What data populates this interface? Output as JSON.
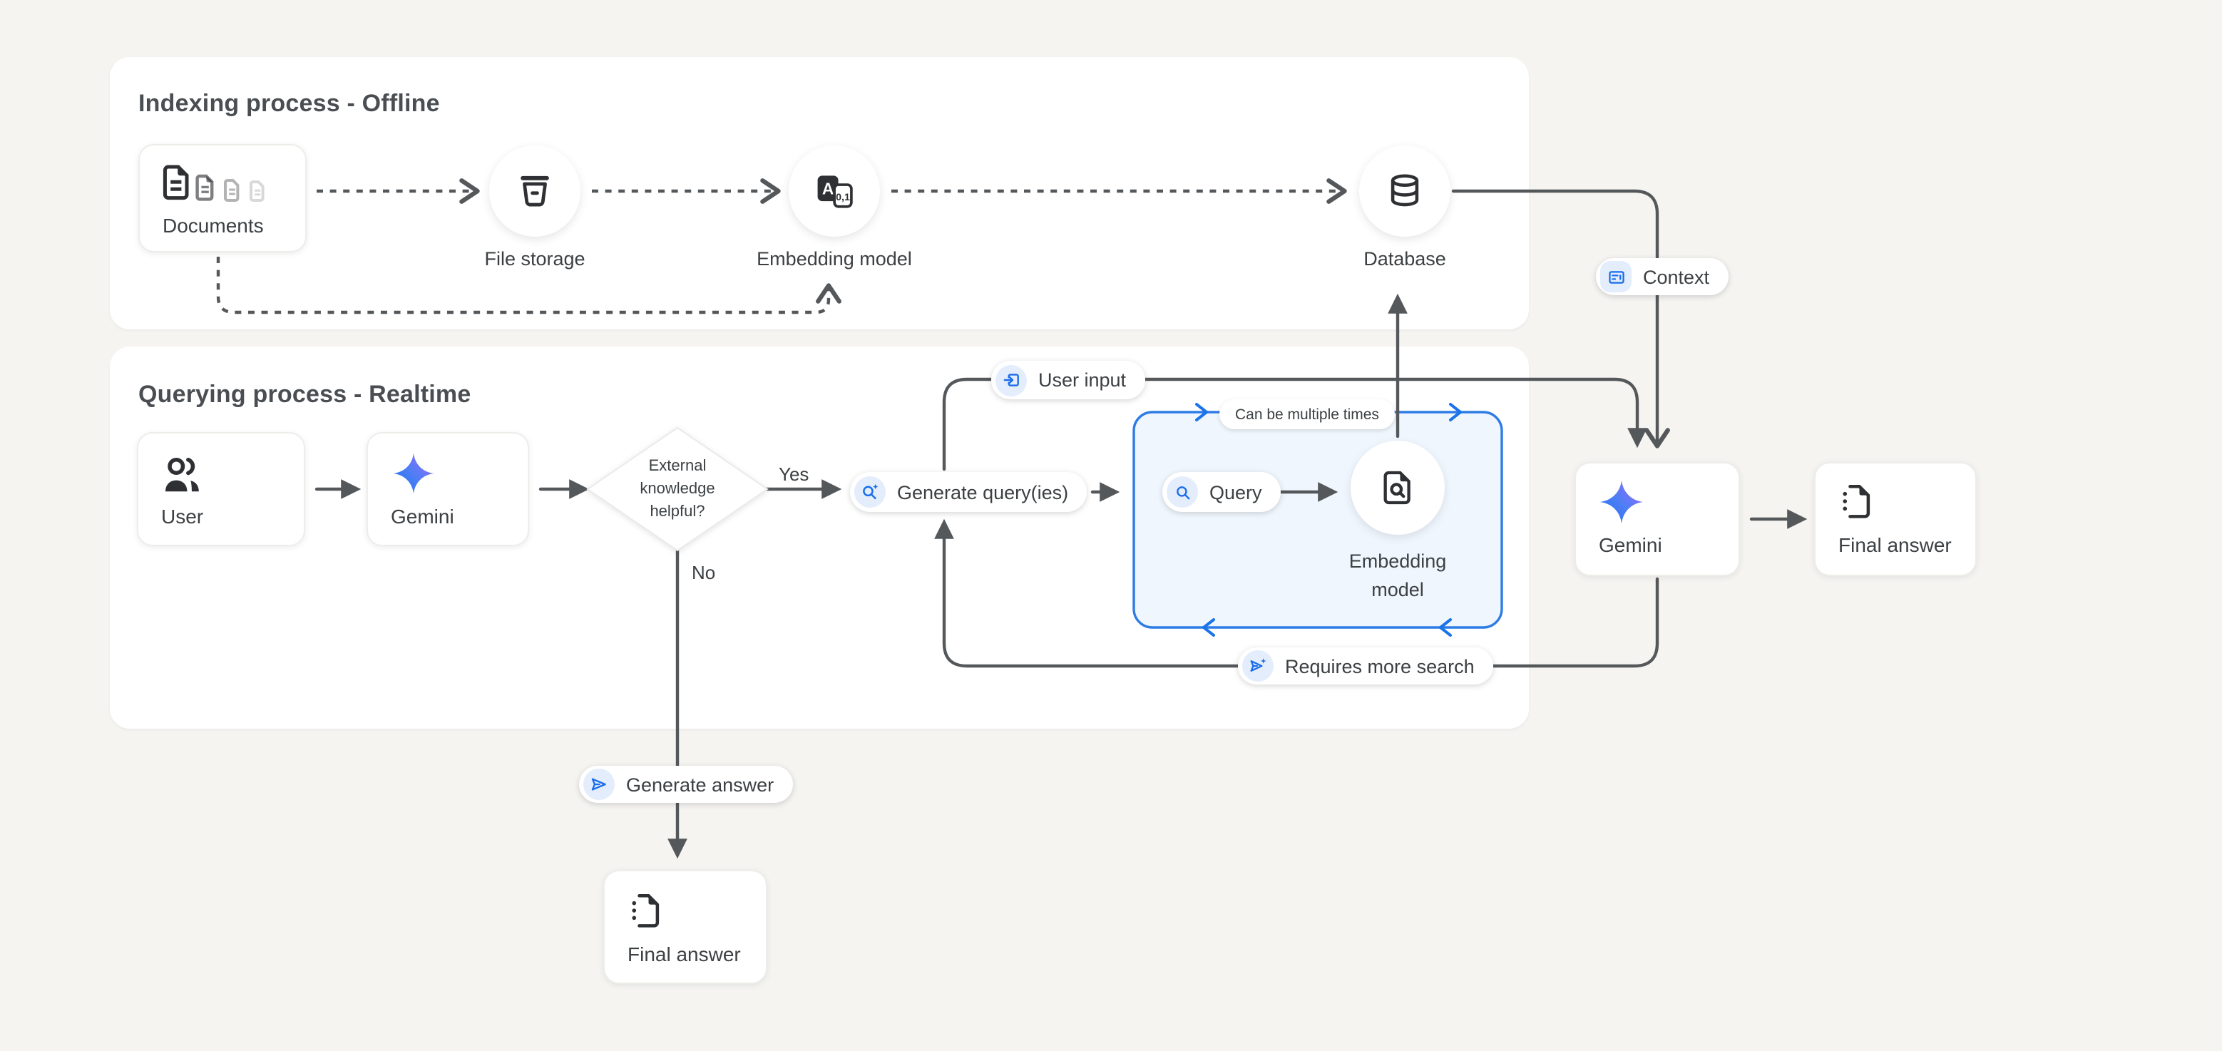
{
  "colors": {
    "bg": "#f5f4f1",
    "panel": "#ffffff",
    "line": "#55585b",
    "text": "#3c4043",
    "title": "#4a4e52",
    "accent": "#1a73e8",
    "chip_bg": "#e4edfc",
    "box_fill": "#f0f6fd",
    "box_border": "#2e7ce5",
    "gemini_gradient": [
      "#1b72f0",
      "#4e7ef5",
      "#a06af8"
    ]
  },
  "panels": {
    "indexing": {
      "title": "Indexing process - Offline"
    },
    "querying": {
      "title": "Querying process - Realtime"
    }
  },
  "nodes": {
    "documents": {
      "label": "Documents"
    },
    "file_storage": {
      "label": "File storage"
    },
    "embedding_model_top": {
      "label": "Embedding model"
    },
    "database": {
      "label": "Database"
    },
    "user": {
      "label": "User"
    },
    "gemini_left": {
      "label": "Gemini"
    },
    "decision": {
      "line1": "External",
      "line2": "knowledge",
      "line3": "helpful?"
    },
    "generate_queries": {
      "label": "Generate query(ies)"
    },
    "query": {
      "label": "Query"
    },
    "embedding_model_inner": {
      "line1": "Embedding",
      "line2": "model"
    },
    "gemini_right": {
      "label": "Gemini"
    },
    "final_answer_right": {
      "label": "Final answer"
    },
    "final_answer_bottom": {
      "label": "Final answer"
    }
  },
  "badges": {
    "context": {
      "label": "Context",
      "icon": "article-icon"
    },
    "user_input": {
      "label": "User input",
      "icon": "input-arrow-icon"
    },
    "can_be_multiple_times": {
      "label": "Can be multiple times"
    },
    "requires_more_search": {
      "label": "Requires more search",
      "icon": "send-sparkle-icon"
    },
    "generate_answer": {
      "label": "Generate answer",
      "icon": "send-icon"
    }
  },
  "edge_labels": {
    "yes": "Yes",
    "no": "No"
  },
  "embedding_icon": {
    "letter": "A",
    "numbers": "0,1"
  },
  "icons": {
    "documents": "document-stack-icon",
    "file_storage": "storage-bin-icon",
    "embedding_model_top": "translate-tokens-icon",
    "database": "database-cylinder-icon",
    "user": "people-icon",
    "gemini": "gemini-star-icon",
    "generate_queries": "search-sparkle-icon",
    "query": "search-icon",
    "embedding_model_inner": "document-search-icon",
    "final_answer": "document-dotted-icon"
  }
}
